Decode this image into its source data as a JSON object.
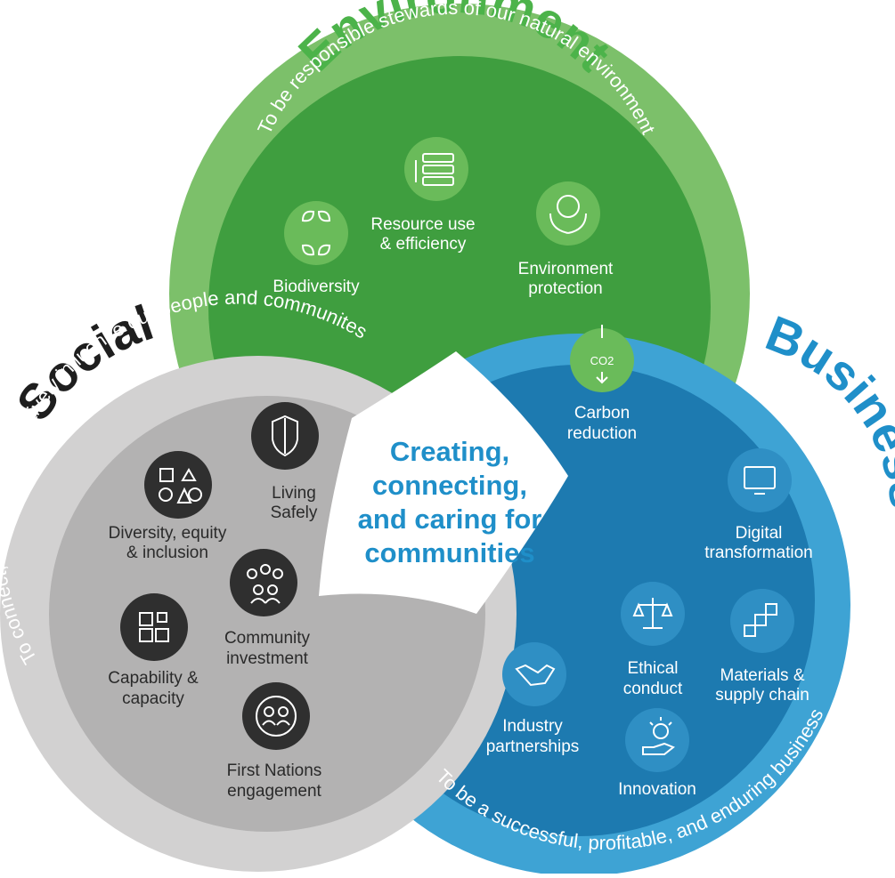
{
  "colors": {
    "environment_outer": "#7cc06a",
    "environment_inner": "#3f9e3f",
    "environment_title": "#4cb34a",
    "business_outer": "#3ea3d4",
    "business_inner": "#1d7ab0",
    "business_title": "#1f8fc9",
    "social_outer": "#d2d1d1",
    "social_inner": "#b3b2b2",
    "social_title": "#1e1e1e",
    "center_text": "#1f8fc9"
  },
  "environment": {
    "title": "Environment",
    "tagline": "To be responsible stewards of our natural environment",
    "items": [
      {
        "line1": "Biodiversity",
        "line2": "",
        "icon": "leaves-icon"
      },
      {
        "line1": "Resource use",
        "line2": "& efficiency",
        "icon": "server-stack-icon"
      },
      {
        "line1": "Environment",
        "line2": "protection",
        "icon": "hands-globe-icon"
      },
      {
        "line1": "Carbon",
        "line2": "reduction",
        "icon": "co2-arrow-icon",
        "badge": "CO2"
      }
    ]
  },
  "social": {
    "title": "Social",
    "tagline": "To connect, enable, and positively influence our people and communites",
    "items": [
      {
        "line1": "Diversity, equity",
        "line2": "& inclusion",
        "icon": "shapes-icon"
      },
      {
        "line1": "Living",
        "line2": "Safely",
        "icon": "shield-icon"
      },
      {
        "line1": "Community",
        "line2": "investment",
        "icon": "people-group-icon"
      },
      {
        "line1": "Capability &",
        "line2": "capacity",
        "icon": "blocks-icon"
      },
      {
        "line1": "First Nations",
        "line2": "engagement",
        "icon": "people-circle-icon"
      }
    ]
  },
  "business": {
    "title": "Business",
    "tagline": "To be a successful, profitable, and enduring business",
    "items": [
      {
        "line1": "Digital",
        "line2": "transformation",
        "icon": "monitor-icon"
      },
      {
        "line1": "Ethical",
        "line2": "conduct",
        "icon": "scales-icon"
      },
      {
        "line1": "Materials &",
        "line2": "supply chain",
        "icon": "steps-icon"
      },
      {
        "line1": "Industry",
        "line2": "partnerships",
        "icon": "handshake-icon"
      },
      {
        "line1": "Innovation",
        "line2": "",
        "icon": "lightbulb-hand-icon"
      }
    ]
  },
  "center": {
    "line1": "Creating,",
    "line2": "connecting,",
    "line3": "and caring for",
    "line4": "communities"
  }
}
